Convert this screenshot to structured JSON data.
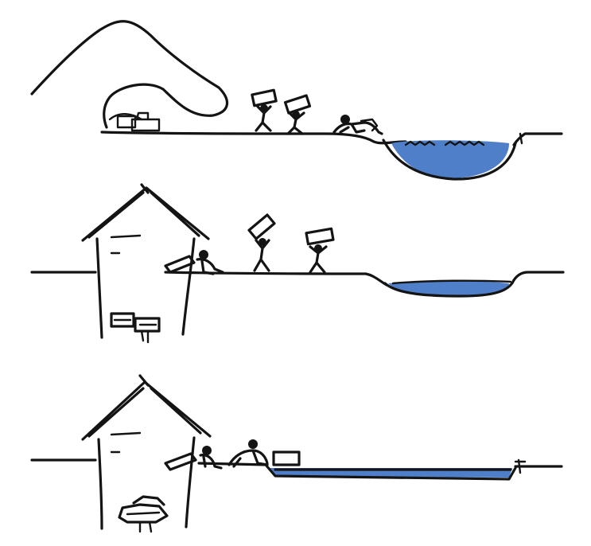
{
  "figure": {
    "panels": [
      {
        "stage": 1,
        "structure": "cave",
        "porters": 2,
        "water": "pond"
      },
      {
        "stage": 2,
        "structure": "hut",
        "porters": 2,
        "water": "shallow-pond"
      },
      {
        "stage": 3,
        "structure": "hut",
        "porters": 1,
        "water": "channel"
      }
    ]
  },
  "colors": {
    "ink": "#141414",
    "water": "#4f7fc8",
    "water_dark": "#2f58a8",
    "background": "#ffffff"
  }
}
